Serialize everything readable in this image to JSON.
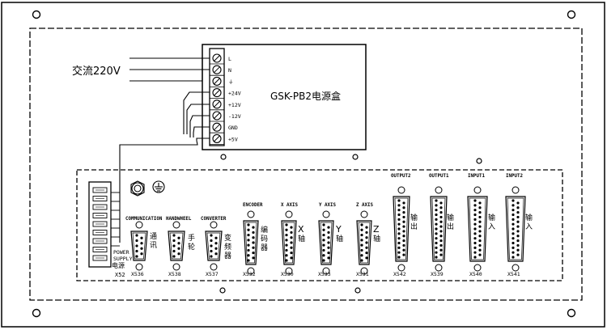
{
  "power_input_label": "交流220V",
  "psu_label": "GSK-PB2电源盒",
  "psu_terminals": [
    "L",
    "N",
    "⏚",
    "+24V",
    "+12V",
    "-12V",
    "GND",
    "+5V"
  ],
  "power_supply": {
    "label_en_1": "POWER",
    "label_en_2": "SUPPLY",
    "label_cn": "电源",
    "id": "X52"
  },
  "connectors": [
    {
      "key": "comm",
      "top": "COMMUNICATION",
      "side": [
        "通",
        "讯"
      ],
      "id": "X536",
      "type": "db9"
    },
    {
      "key": "hand",
      "top": "HANDWHEEL",
      "side": [
        "手",
        "轮"
      ],
      "id": "X538",
      "type": "db9"
    },
    {
      "key": "conv",
      "top": "CONVERTER",
      "side": [
        "变",
        "频",
        "器"
      ],
      "id": "X537",
      "type": "db9"
    },
    {
      "key": "enc",
      "top": "ENCODER",
      "side": [
        "编",
        "码",
        "器"
      ],
      "id": "X532",
      "type": "db15"
    },
    {
      "key": "x",
      "top": "X AXIS",
      "side": [
        "X",
        "轴"
      ],
      "id": "X530",
      "type": "db15"
    },
    {
      "key": "y",
      "top": "Y AXIS",
      "side": [
        "Y",
        "轴"
      ],
      "id": "X533",
      "type": "db15"
    },
    {
      "key": "z",
      "top": "Z AXIS",
      "side": [
        "Z",
        "轴"
      ],
      "id": "X531",
      "type": "db15"
    },
    {
      "key": "out2",
      "top": "OUTPUT2",
      "side": [
        "输",
        "出"
      ],
      "id": "X542",
      "type": "db25"
    },
    {
      "key": "out1",
      "top": "OUTPUT1",
      "side": [
        "输",
        "出"
      ],
      "id": "X539",
      "type": "db25"
    },
    {
      "key": "in1",
      "top": "INPUT1",
      "side": [
        "输",
        "入"
      ],
      "id": "X540",
      "type": "db25"
    },
    {
      "key": "in2",
      "top": "INPUT2",
      "side": [
        "输",
        "入"
      ],
      "id": "X541",
      "type": "db25"
    }
  ]
}
